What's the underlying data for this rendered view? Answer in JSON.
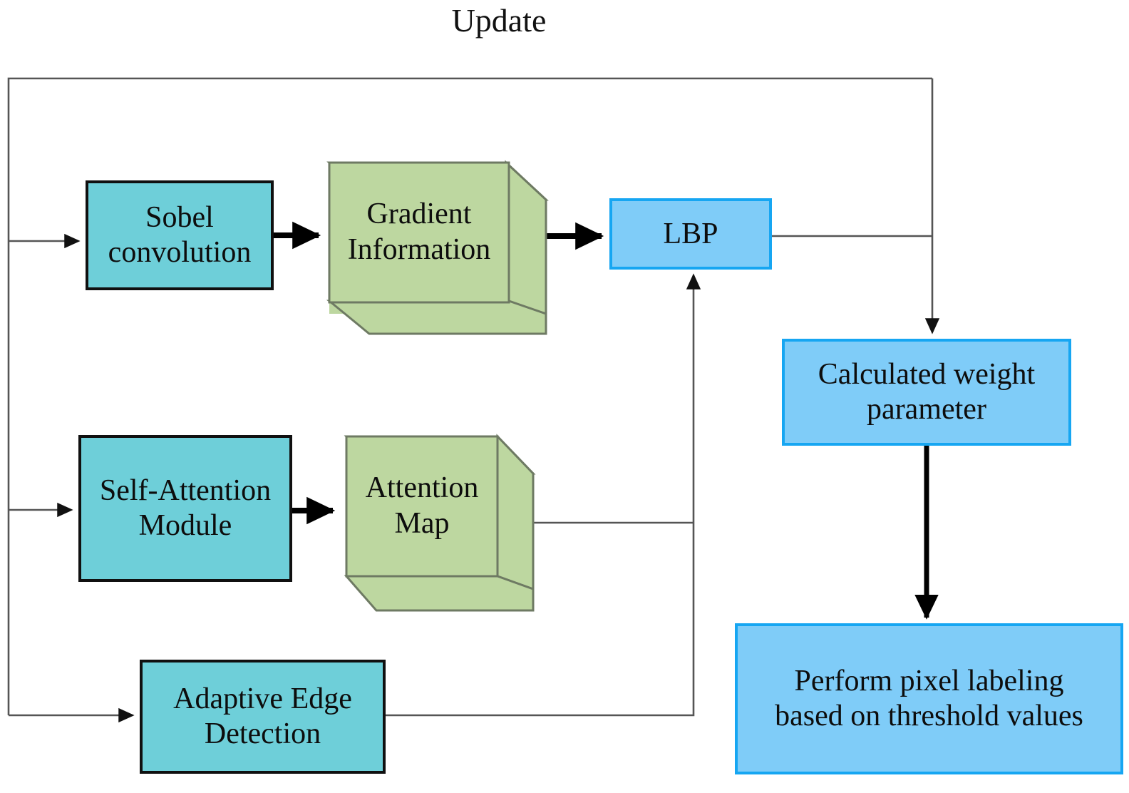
{
  "diagram": {
    "title": "Update",
    "colors": {
      "teal_fill": "#6ECFD9",
      "teal_border": "#101010",
      "green_fill": "#BDD7A0",
      "green_border": "#6E7A63",
      "blue_fill": "#7FCCF8",
      "blue_border": "#16A6F2",
      "wire": "#555555",
      "arrow_bold": "#000000",
      "background": "#FFFFFF",
      "text": "#0D0D0D"
    },
    "nodes": {
      "sobel": {
        "label": "Sobel convolution",
        "line1": "Sobel",
        "line2": "convolution",
        "shape": "rectangle",
        "style": "teal"
      },
      "gradient": {
        "label": "Gradient Information",
        "line1": "Gradient",
        "line2": "Information",
        "shape": "cube-3d",
        "style": "green"
      },
      "lbp": {
        "label": "LBP",
        "shape": "rectangle",
        "style": "blue"
      },
      "self_attention": {
        "label": "Self-Attention Module",
        "line1": "Self-Attention",
        "line2": "Module",
        "shape": "rectangle",
        "style": "teal"
      },
      "attention_map": {
        "label": "Attention Map",
        "line1": "Attention",
        "line2": "Map",
        "shape": "cube-3d",
        "style": "green"
      },
      "adaptive_edge": {
        "label": "Adaptive Edge Detection",
        "line1": "Adaptive Edge",
        "line2": "Detection",
        "shape": "rectangle",
        "style": "teal"
      },
      "calculated_weight": {
        "label": "Calculated weight parameter",
        "line1": "Calculated weight",
        "line2": "parameter",
        "shape": "rectangle",
        "style": "blue"
      },
      "pixel_labeling": {
        "label": "Perform pixel labeling based on threshold values",
        "line1": "Perform pixel labeling",
        "line2": "based on threshold values",
        "shape": "rectangle",
        "style": "blue"
      }
    },
    "edges": [
      {
        "name": "input-to-sobel",
        "from": "feedback-bus",
        "to": "sobel",
        "style": "thin-arrow"
      },
      {
        "name": "sobel-to-gradient",
        "from": "sobel",
        "to": "gradient",
        "style": "bold-arrow"
      },
      {
        "name": "gradient-to-lbp",
        "from": "gradient",
        "to": "lbp",
        "style": "bold-arrow"
      },
      {
        "name": "lbp-to-calculated-weight",
        "from": "lbp",
        "to": "calculated_weight",
        "style": "thin-arrow"
      },
      {
        "name": "input-to-self-attention",
        "from": "feedback-bus",
        "to": "self_attention",
        "style": "thin-arrow"
      },
      {
        "name": "self-attention-to-attention-map",
        "from": "self_attention",
        "to": "attention_map",
        "style": "bold-arrow"
      },
      {
        "name": "attention-map-to-lbp",
        "from": "attention_map",
        "to": "lbp",
        "style": "thin-arrow"
      },
      {
        "name": "input-to-adaptive-edge",
        "from": "feedback-bus",
        "to": "adaptive_edge",
        "style": "thin-arrow"
      },
      {
        "name": "adaptive-edge-to-lbp",
        "from": "adaptive_edge",
        "to": "lbp",
        "style": "thin-arrow"
      },
      {
        "name": "calculated-weight-to-pixel-labeling",
        "from": "calculated_weight",
        "to": "pixel_labeling",
        "style": "bold-arrow"
      },
      {
        "name": "update-feedback-loop",
        "from": "lbp",
        "to": "feedback-bus",
        "style": "thin-line",
        "label": "Update"
      }
    ]
  }
}
